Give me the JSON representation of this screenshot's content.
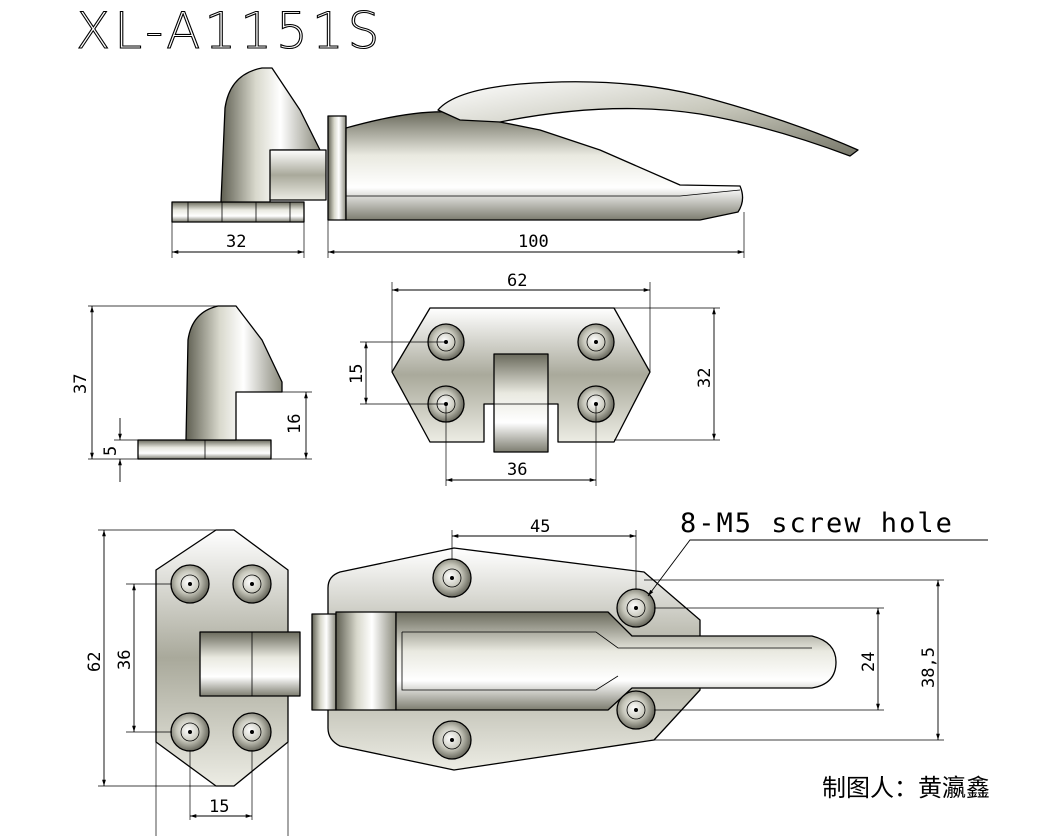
{
  "drawing": {
    "title": "XL-A1151S",
    "note": "8-M5 screw hole",
    "author": "制图人：黄瀛鑫"
  },
  "dimensions": {
    "top_view_catch_width": "32",
    "top_view_latch_length": "100",
    "side_view_height": "37",
    "side_view_base_thickness": "5",
    "side_view_step_height": "16",
    "catch_plan_width": "62",
    "catch_plan_height": "32",
    "catch_plan_height_inner": "15",
    "catch_plan_hole_spacing": "36",
    "front_catch_height": "62",
    "front_catch_hole_spacing": "36",
    "front_catch_hole_pitch": "15",
    "front_latch_hole_spacing": "45",
    "front_latch_slot": "24",
    "front_latch_overall": "38,5"
  },
  "colors": {
    "line": "#000000",
    "metal_dark": "#6e6e60",
    "metal_light": "#f4f4ee",
    "background": "#ffffff"
  }
}
